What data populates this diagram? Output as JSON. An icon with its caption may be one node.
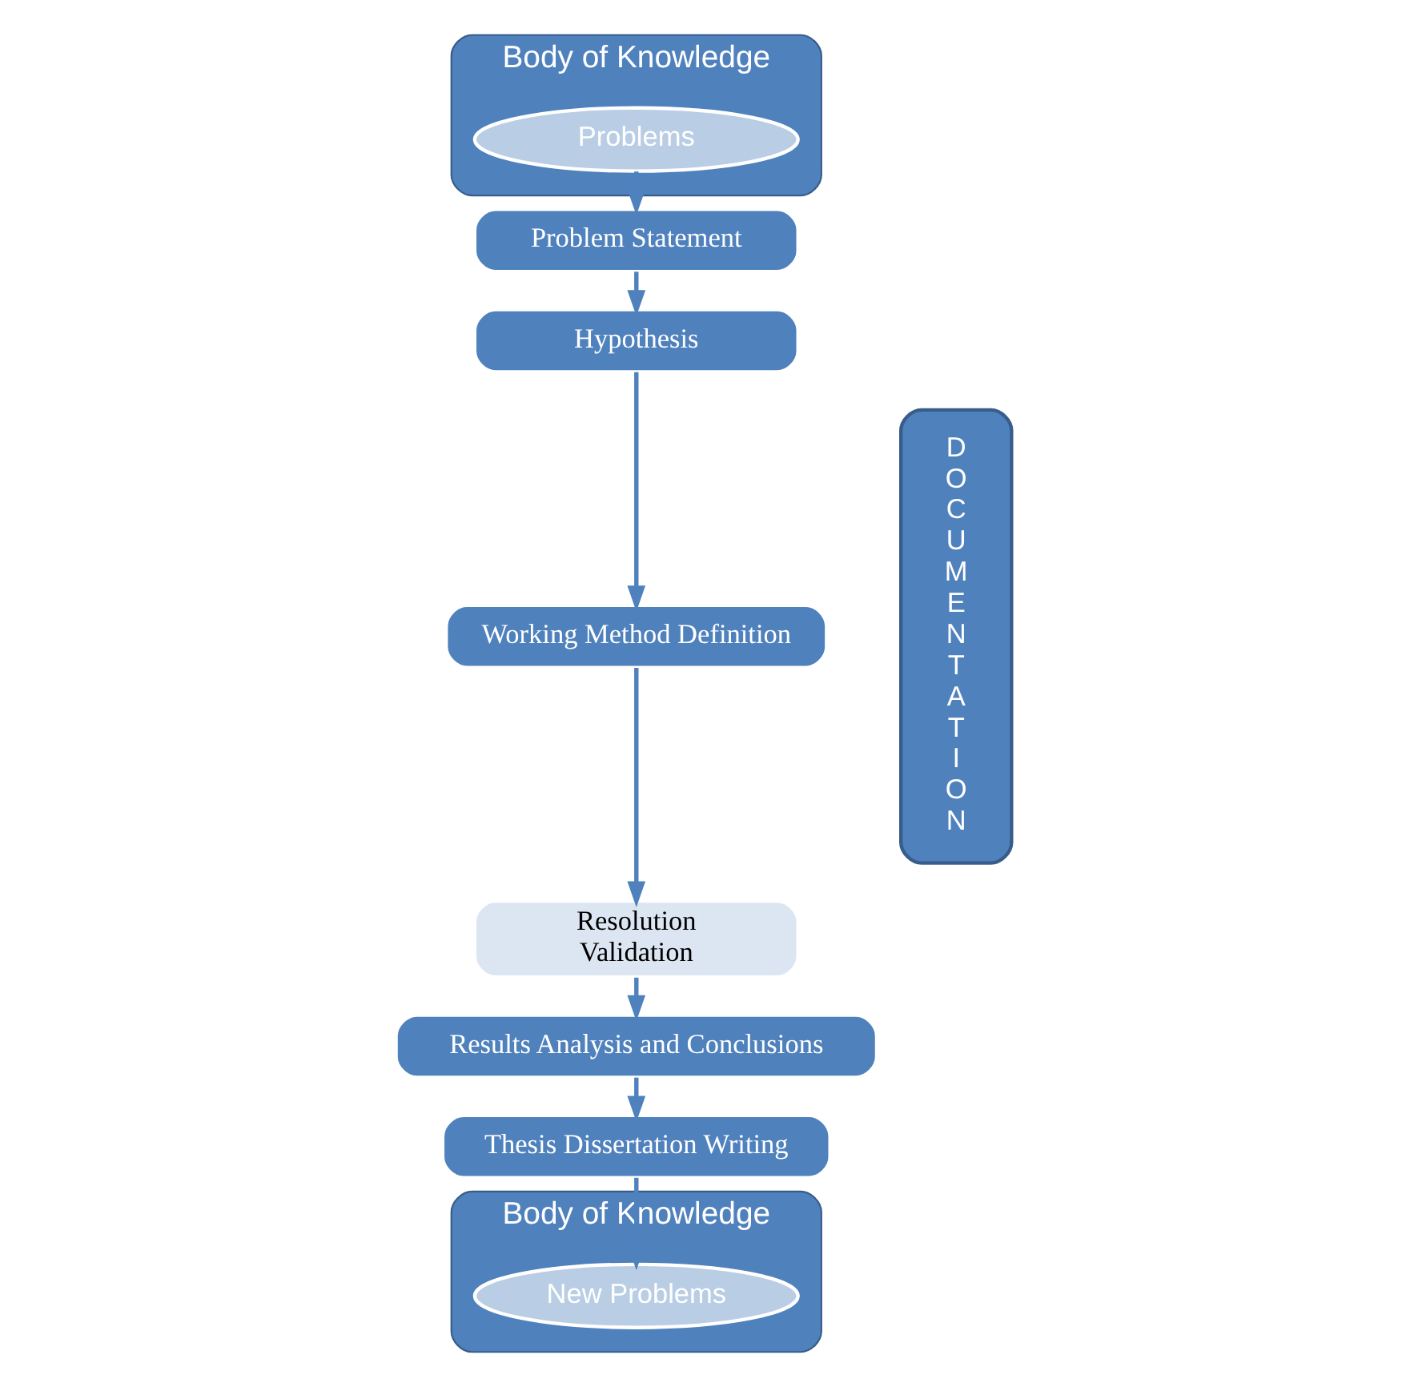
{
  "diagram": {
    "nodes": [
      {
        "text": [
          "Body of Knowledge"
        ]
      },
      {
        "text": [
          "Problems"
        ],
        "in": 0
      },
      {
        "text": [
          "Problem Statement"
        ]
      },
      {
        "text": [
          "Hypothesis"
        ]
      },
      {
        "text": [
          "Working Method Definition"
        ]
      },
      {
        "text": [
          "Resolution",
          "Validation"
        ]
      },
      {
        "text": [
          "Results Analysis and Conclusions"
        ]
      },
      {
        "text": [
          "Thesis Dissertation Writing"
        ]
      },
      {
        "text": [
          "Body of Knowledge"
        ]
      },
      {
        "text": [
          "New Problems"
        ],
        "in": 8
      },
      {
        "text": [
          "DOCUMENTATION"
        ]
      }
    ],
    "edges": [
      {
        "from": 1,
        "to": 2,
        "arrow": "to"
      },
      {
        "from": 2,
        "to": 3,
        "arrow": "to"
      },
      {
        "from": 3,
        "to": 4,
        "arrow": "to"
      },
      {
        "from": 4,
        "to": 5,
        "arrow": "to"
      },
      {
        "from": 5,
        "to": 6,
        "arrow": "to"
      },
      {
        "from": 6,
        "to": 7,
        "arrow": "to"
      },
      {
        "from": 7,
        "to": 9,
        "arrow": "to"
      }
    ]
  }
}
